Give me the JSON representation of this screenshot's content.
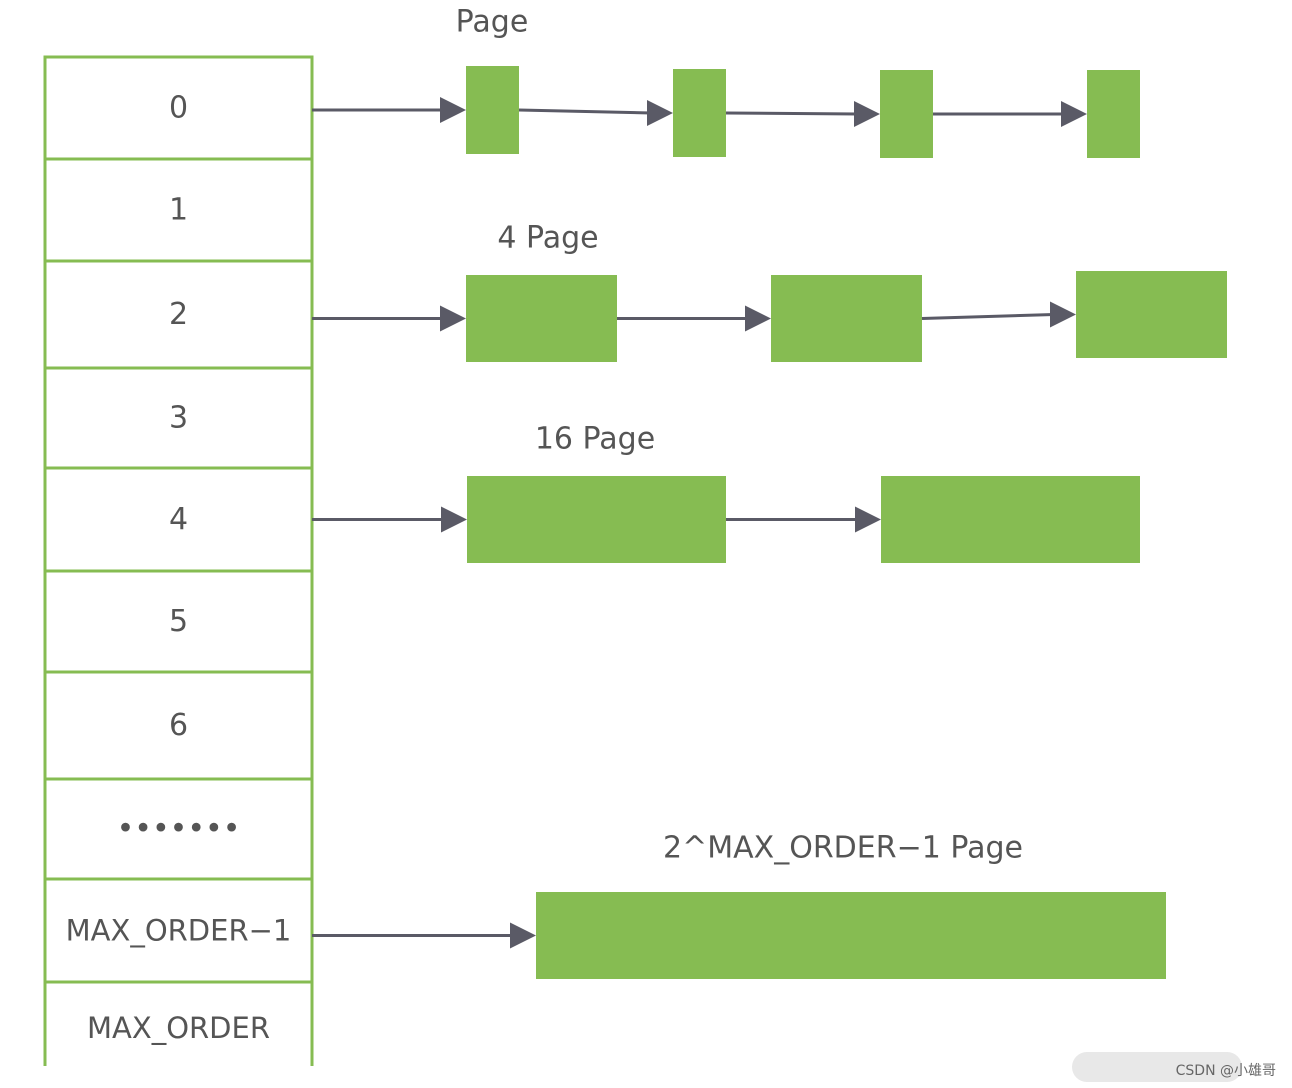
{
  "rows": [
    "0",
    "1",
    "2",
    "3",
    "4",
    "5",
    "6",
    "•••••••",
    "MAX_ORDER−1",
    "MAX_ORDER"
  ],
  "groups": [
    {
      "label": "Page",
      "row": 0,
      "blocks": 4
    },
    {
      "label": "4 Page",
      "row": 2,
      "blocks": 3
    },
    {
      "label": "16 Page",
      "row": 4,
      "blocks": 2
    },
    {
      "label": "2^MAX_ORDER−1 Page",
      "row": 8,
      "blocks": 1
    }
  ],
  "watermark": "CSDN @小雄哥",
  "colors": {
    "block": "#86bc52",
    "cell_border": "#86bc52",
    "arrow": "#5a5a66",
    "text": "#555555"
  }
}
